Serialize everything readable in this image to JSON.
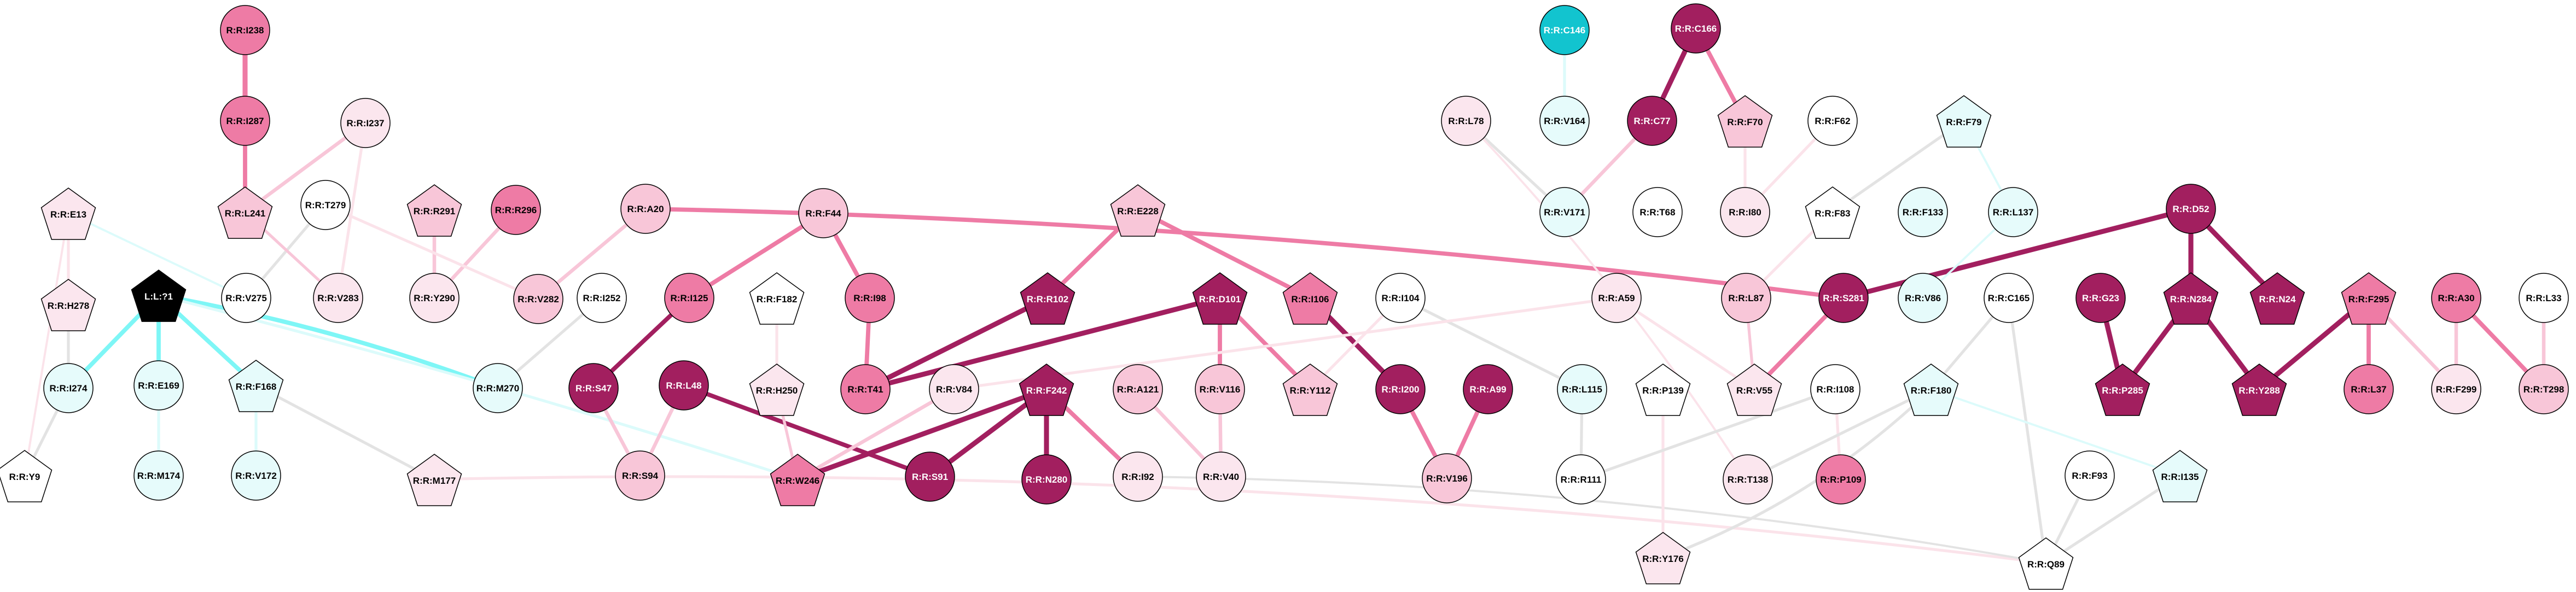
{
  "title": "Residue interaction network",
  "colors": {
    "white": "#ffffff",
    "palecyan": "#e6fbfb",
    "cyan": "#12c4cf",
    "ligand": "#000000",
    "pale": "#fbe6ee",
    "light": "#f8c6d8",
    "mid": "#ee7ba5",
    "dark": "#a21f5f",
    "edge_dark": "#a21f5f",
    "edge_mid": "#ee7ba5",
    "edge_light": "#f8c6d8",
    "edge_pale": "#fbe3ea",
    "edge_gray": "#e3e3e3",
    "edge_cyan": "#7ef6f6",
    "edge_palecyan": "#dcfbfb"
  },
  "nodes": [
    {
      "id": "I238",
      "label": "R:R:I238",
      "shape": "circle",
      "color": "mid"
    },
    {
      "id": "I287",
      "label": "R:R:I287",
      "shape": "circle",
      "color": "mid"
    },
    {
      "id": "I237",
      "label": "R:R:I237",
      "shape": "circle",
      "color": "pale"
    },
    {
      "id": "L241",
      "label": "R:R:L241",
      "shape": "pentagon",
      "color": "light"
    },
    {
      "id": "T279",
      "label": "R:R:T279",
      "shape": "circle",
      "color": "white"
    },
    {
      "id": "R291",
      "label": "R:R:R291",
      "shape": "pentagon",
      "color": "light"
    },
    {
      "id": "R296",
      "label": "R:R:R296",
      "shape": "circle",
      "color": "mid"
    },
    {
      "id": "E13",
      "label": "R:R:E13",
      "shape": "pentagon",
      "color": "pale"
    },
    {
      "id": "H278",
      "label": "R:R:H278",
      "shape": "pentagon",
      "color": "pale"
    },
    {
      "id": "V275",
      "label": "R:R:V275",
      "shape": "circle",
      "color": "white"
    },
    {
      "id": "V283",
      "label": "R:R:V283",
      "shape": "circle",
      "color": "pale"
    },
    {
      "id": "Y290",
      "label": "R:R:Y290",
      "shape": "circle",
      "color": "pale"
    },
    {
      "id": "A20",
      "label": "R:R:A20",
      "shape": "circle",
      "color": "light"
    },
    {
      "id": "V282",
      "label": "R:R:V282",
      "shape": "circle",
      "color": "light"
    },
    {
      "id": "I252",
      "label": "R:R:I252",
      "shape": "circle",
      "color": "white"
    },
    {
      "id": "L71",
      "label": "L:L:?1",
      "shape": "pentagon",
      "color": "ligand"
    },
    {
      "id": "I274",
      "label": "R:R:I274",
      "shape": "circle",
      "color": "palecyan"
    },
    {
      "id": "E169",
      "label": "R:R:E169",
      "shape": "circle",
      "color": "palecyan"
    },
    {
      "id": "F168",
      "label": "R:R:F168",
      "shape": "pentagon",
      "color": "palecyan"
    },
    {
      "id": "M270",
      "label": "R:R:M270",
      "shape": "circle",
      "color": "palecyan"
    },
    {
      "id": "Y9",
      "label": "R:R:Y9",
      "shape": "pentagon",
      "color": "white"
    },
    {
      "id": "M174",
      "label": "R:R:M174",
      "shape": "circle",
      "color": "palecyan"
    },
    {
      "id": "V172",
      "label": "R:R:V172",
      "shape": "circle",
      "color": "palecyan"
    },
    {
      "id": "M177",
      "label": "R:R:M177",
      "shape": "pentagon",
      "color": "pale"
    },
    {
      "id": "F44",
      "label": "R:R:F44",
      "shape": "circle",
      "color": "light"
    },
    {
      "id": "I125",
      "label": "R:R:I125",
      "shape": "circle",
      "color": "mid"
    },
    {
      "id": "F182",
      "label": "R:R:F182",
      "shape": "pentagon",
      "color": "white"
    },
    {
      "id": "I98",
      "label": "R:R:I98",
      "shape": "circle",
      "color": "mid"
    },
    {
      "id": "S47",
      "label": "R:R:S47",
      "shape": "circle",
      "color": "dark"
    },
    {
      "id": "L48",
      "label": "R:R:L48",
      "shape": "circle",
      "color": "dark"
    },
    {
      "id": "H250",
      "label": "R:R:H250",
      "shape": "pentagon",
      "color": "pale"
    },
    {
      "id": "S94",
      "label": "R:R:S94",
      "shape": "circle",
      "color": "light"
    },
    {
      "id": "W246",
      "label": "R:R:W246",
      "shape": "pentagon",
      "color": "mid"
    },
    {
      "id": "E228",
      "label": "R:R:E228",
      "shape": "pentagon",
      "color": "light"
    },
    {
      "id": "R102",
      "label": "R:R:R102",
      "shape": "pentagon",
      "color": "dark"
    },
    {
      "id": "T41",
      "label": "R:R:T41",
      "shape": "circle",
      "color": "mid"
    },
    {
      "id": "V84",
      "label": "R:R:V84",
      "shape": "circle",
      "color": "pale"
    },
    {
      "id": "F242",
      "label": "R:R:F242",
      "shape": "pentagon",
      "color": "dark"
    },
    {
      "id": "S91",
      "label": "R:R:S91",
      "shape": "circle",
      "color": "dark"
    },
    {
      "id": "N280",
      "label": "R:R:N280",
      "shape": "circle",
      "color": "dark"
    },
    {
      "id": "A121",
      "label": "R:R:A121",
      "shape": "circle",
      "color": "light"
    },
    {
      "id": "I92",
      "label": "R:R:I92",
      "shape": "circle",
      "color": "pale"
    },
    {
      "id": "V40",
      "label": "R:R:V40",
      "shape": "circle",
      "color": "pale"
    },
    {
      "id": "D101",
      "label": "R:R:D101",
      "shape": "pentagon",
      "color": "dark"
    },
    {
      "id": "V116",
      "label": "R:R:V116",
      "shape": "circle",
      "color": "light"
    },
    {
      "id": "I106",
      "label": "R:R:I106",
      "shape": "pentagon",
      "color": "mid"
    },
    {
      "id": "Y112",
      "label": "R:R:Y112",
      "shape": "pentagon",
      "color": "light"
    },
    {
      "id": "I104",
      "label": "R:R:I104",
      "shape": "circle",
      "color": "white"
    },
    {
      "id": "I200",
      "label": "R:R:I200",
      "shape": "circle",
      "color": "dark"
    },
    {
      "id": "A99",
      "label": "R:R:A99",
      "shape": "circle",
      "color": "dark"
    },
    {
      "id": "V196",
      "label": "R:R:V196",
      "shape": "circle",
      "color": "light"
    },
    {
      "id": "L115",
      "label": "R:R:L115",
      "shape": "circle",
      "color": "palecyan"
    },
    {
      "id": "A59",
      "label": "R:R:A59",
      "shape": "circle",
      "color": "pale"
    },
    {
      "id": "C146",
      "label": "R:R:C146",
      "shape": "circle",
      "color": "cyan"
    },
    {
      "id": "V164",
      "label": "R:R:V164",
      "shape": "circle",
      "color": "palecyan"
    },
    {
      "id": "C166",
      "label": "R:R:C166",
      "shape": "circle",
      "color": "dark"
    },
    {
      "id": "L78",
      "label": "R:R:L78",
      "shape": "circle",
      "color": "pale"
    },
    {
      "id": "C77",
      "label": "R:R:C77",
      "shape": "circle",
      "color": "dark"
    },
    {
      "id": "F70",
      "label": "R:R:F70",
      "shape": "pentagon",
      "color": "light"
    },
    {
      "id": "F62",
      "label": "R:R:F62",
      "shape": "circle",
      "color": "white"
    },
    {
      "id": "F79",
      "label": "R:R:F79",
      "shape": "pentagon",
      "color": "palecyan"
    },
    {
      "id": "V171",
      "label": "R:R:V171",
      "shape": "circle",
      "color": "palecyan"
    },
    {
      "id": "T68",
      "label": "R:R:T68",
      "shape": "circle",
      "color": "white"
    },
    {
      "id": "I80",
      "label": "R:R:I80",
      "shape": "circle",
      "color": "pale"
    },
    {
      "id": "F83",
      "label": "R:R:F83",
      "shape": "pentagon",
      "color": "white"
    },
    {
      "id": "F133",
      "label": "R:R:F133",
      "shape": "circle",
      "color": "palecyan"
    },
    {
      "id": "L137",
      "label": "R:R:L137",
      "shape": "circle",
      "color": "palecyan"
    },
    {
      "id": "L87",
      "label": "R:R:L87",
      "shape": "circle",
      "color": "light"
    },
    {
      "id": "S281",
      "label": "R:R:S281",
      "shape": "circle",
      "color": "dark"
    },
    {
      "id": "V86",
      "label": "R:R:V86",
      "shape": "circle",
      "color": "palecyan"
    },
    {
      "id": "V55",
      "label": "R:R:V55",
      "shape": "pentagon",
      "color": "pale"
    },
    {
      "id": "P139",
      "label": "R:R:P139",
      "shape": "pentagon",
      "color": "white"
    },
    {
      "id": "I108",
      "label": "R:R:I108",
      "shape": "circle",
      "color": "white"
    },
    {
      "id": "R111",
      "label": "R:R:R111",
      "shape": "circle",
      "color": "white"
    },
    {
      "id": "T138",
      "label": "R:R:T138",
      "shape": "circle",
      "color": "pale"
    },
    {
      "id": "P109",
      "label": "R:R:P109",
      "shape": "circle",
      "color": "mid"
    },
    {
      "id": "Y176",
      "label": "R:R:Y176",
      "shape": "pentagon",
      "color": "pale"
    },
    {
      "id": "C165",
      "label": "R:R:C165",
      "shape": "circle",
      "color": "white"
    },
    {
      "id": "F180",
      "label": "R:R:F180",
      "shape": "pentagon",
      "color": "palecyan"
    },
    {
      "id": "F93",
      "label": "R:R:F93",
      "shape": "circle",
      "color": "white"
    },
    {
      "id": "I135",
      "label": "R:R:I135",
      "shape": "pentagon",
      "color": "palecyan"
    },
    {
      "id": "Q89",
      "label": "R:R:Q89",
      "shape": "pentagon",
      "color": "white"
    },
    {
      "id": "D52",
      "label": "R:R:D52",
      "shape": "circle",
      "color": "dark"
    },
    {
      "id": "G23",
      "label": "R:R:G23",
      "shape": "circle",
      "color": "dark"
    },
    {
      "id": "N284",
      "label": "R:R:N284",
      "shape": "pentagon",
      "color": "dark"
    },
    {
      "id": "N24",
      "label": "R:R:N24",
      "shape": "pentagon",
      "color": "dark"
    },
    {
      "id": "P285",
      "label": "R:R:P285",
      "shape": "pentagon",
      "color": "dark"
    },
    {
      "id": "Y288",
      "label": "R:R:Y288",
      "shape": "pentagon",
      "color": "dark"
    },
    {
      "id": "F295",
      "label": "R:R:F295",
      "shape": "pentagon",
      "color": "mid"
    },
    {
      "id": "L37",
      "label": "R:R:L37",
      "shape": "circle",
      "color": "mid"
    },
    {
      "id": "A30",
      "label": "R:R:A30",
      "shape": "circle",
      "color": "mid"
    },
    {
      "id": "F299",
      "label": "R:R:F299",
      "shape": "circle",
      "color": "pale"
    },
    {
      "id": "L33",
      "label": "R:R:L33",
      "shape": "circle",
      "color": "white"
    },
    {
      "id": "T298",
      "label": "R:R:T298",
      "shape": "circle",
      "color": "light"
    }
  ],
  "edges": [
    {
      "from": "I238",
      "to": "I287",
      "color": "edge_mid",
      "weight": 7
    },
    {
      "from": "I287",
      "to": "L241",
      "color": "edge_mid",
      "weight": 6
    },
    {
      "from": "I237",
      "to": "L241",
      "color": "edge_light",
      "weight": 5
    },
    {
      "from": "I237",
      "to": "V283",
      "color": "edge_pale",
      "weight": 4
    },
    {
      "from": "T279",
      "to": "V275",
      "color": "edge_gray",
      "weight": 4
    },
    {
      "from": "L241",
      "to": "V283",
      "color": "edge_light",
      "weight": 4
    },
    {
      "from": "R291",
      "to": "Y290",
      "color": "edge_light",
      "weight": 5
    },
    {
      "from": "R296",
      "to": "Y290",
      "color": "edge_light",
      "weight": 5
    },
    {
      "from": "E13",
      "to": "H278",
      "color": "edge_pale",
      "weight": 4
    },
    {
      "from": "E13",
      "to": "V275",
      "color": "edge_palecyan",
      "weight": 3
    },
    {
      "from": "E13",
      "to": "Y9",
      "color": "edge_pale",
      "weight": 3
    },
    {
      "from": "H278",
      "to": "I274",
      "color": "edge_gray",
      "weight": 4
    },
    {
      "from": "I274",
      "to": "Y9",
      "color": "edge_gray",
      "weight": 4
    },
    {
      "from": "A20",
      "to": "V282",
      "color": "edge_light",
      "weight": 5
    },
    {
      "from": "A20",
      "to": "S281",
      "color": "edge_mid",
      "weight": 6
    },
    {
      "from": "I252",
      "to": "M270",
      "color": "edge_gray",
      "weight": 4
    },
    {
      "from": "T279",
      "to": "V282",
      "color": "edge_pale",
      "weight": 4
    },
    {
      "from": "L71",
      "to": "I274",
      "color": "edge_cyan",
      "weight": 6
    },
    {
      "from": "L71",
      "to": "E169",
      "color": "edge_cyan",
      "weight": 6
    },
    {
      "from": "L71",
      "to": "F168",
      "color": "edge_cyan",
      "weight": 6
    },
    {
      "from": "L71",
      "to": "M270",
      "color": "edge_cyan",
      "weight": 6
    },
    {
      "from": "L71",
      "to": "W246",
      "color": "edge_palecyan",
      "weight": 4
    },
    {
      "from": "E169",
      "to": "M174",
      "color": "edge_palecyan",
      "weight": 4
    },
    {
      "from": "F168",
      "to": "V172",
      "color": "edge_palecyan",
      "weight": 4
    },
    {
      "from": "F168",
      "to": "M177",
      "color": "edge_gray",
      "weight": 4
    },
    {
      "from": "M177",
      "to": "Q89",
      "color": "edge_pale",
      "weight": 4
    },
    {
      "from": "F44",
      "to": "I125",
      "color": "edge_mid",
      "weight": 6
    },
    {
      "from": "F44",
      "to": "I98",
      "color": "edge_mid",
      "weight": 6
    },
    {
      "from": "I125",
      "to": "S47",
      "color": "edge_dark",
      "weight": 6
    },
    {
      "from": "S47",
      "to": "S94",
      "color": "edge_light",
      "weight": 5
    },
    {
      "from": "L48",
      "to": "S94",
      "color": "edge_light",
      "weight": 5
    },
    {
      "from": "L48",
      "to": "S91",
      "color": "edge_dark",
      "weight": 6
    },
    {
      "from": "F182",
      "to": "H250",
      "color": "edge_pale",
      "weight": 4
    },
    {
      "from": "H250",
      "to": "W246",
      "color": "edge_light",
      "weight": 4
    },
    {
      "from": "I98",
      "to": "T41",
      "color": "edge_mid",
      "weight": 6
    },
    {
      "from": "E228",
      "to": "R102",
      "color": "edge_mid",
      "weight": 6
    },
    {
      "from": "E228",
      "to": "I106",
      "color": "edge_mid",
      "weight": 6
    },
    {
      "from": "R102",
      "to": "T41",
      "color": "edge_dark",
      "weight": 7
    },
    {
      "from": "D101",
      "to": "T41",
      "color": "edge_dark",
      "weight": 7
    },
    {
      "from": "D101",
      "to": "V116",
      "color": "edge_mid",
      "weight": 6
    },
    {
      "from": "D101",
      "to": "Y112",
      "color": "edge_mid",
      "weight": 6
    },
    {
      "from": "I106",
      "to": "I200",
      "color": "edge_dark",
      "weight": 7
    },
    {
      "from": "V84",
      "to": "W246",
      "color": "edge_light",
      "weight": 5
    },
    {
      "from": "F242",
      "to": "W246",
      "color": "edge_dark",
      "weight": 7
    },
    {
      "from": "F242",
      "to": "S91",
      "color": "edge_dark",
      "weight": 7
    },
    {
      "from": "F242",
      "to": "N280",
      "color": "edge_dark",
      "weight": 7
    },
    {
      "from": "F242",
      "to": "I92",
      "color": "edge_mid",
      "weight": 6
    },
    {
      "from": "A121",
      "to": "V40",
      "color": "edge_light",
      "weight": 5
    },
    {
      "from": "V116",
      "to": "V40",
      "color": "edge_light",
      "weight": 5
    },
    {
      "from": "I104",
      "to": "Y112",
      "color": "edge_pale",
      "weight": 4
    },
    {
      "from": "I104",
      "to": "L115",
      "color": "edge_gray",
      "weight": 4
    },
    {
      "from": "A99",
      "to": "V196",
      "color": "edge_mid",
      "weight": 6
    },
    {
      "from": "I200",
      "to": "V196",
      "color": "edge_mid",
      "weight": 6
    },
    {
      "from": "A59",
      "to": "V55",
      "color": "edge_pale",
      "weight": 4
    },
    {
      "from": "A59",
      "to": "V84",
      "color": "edge_pale",
      "weight": 4
    },
    {
      "from": "L115",
      "to": "R111",
      "color": "edge_gray",
      "weight": 4
    },
    {
      "from": "I92",
      "to": "Q89",
      "color": "edge_gray",
      "weight": 3
    },
    {
      "from": "C146",
      "to": "V164",
      "color": "edge_palecyan",
      "weight": 4
    },
    {
      "from": "C166",
      "to": "C77",
      "color": "edge_dark",
      "weight": 7
    },
    {
      "from": "C166",
      "to": "F70",
      "color": "edge_mid",
      "weight": 6
    },
    {
      "from": "C77",
      "to": "V171",
      "color": "edge_light",
      "weight": 5
    },
    {
      "from": "L78",
      "to": "V171",
      "color": "edge_gray",
      "weight": 4
    },
    {
      "from": "L78",
      "to": "T138",
      "color": "edge_pale",
      "weight": 3
    },
    {
      "from": "F70",
      "to": "I80",
      "color": "edge_pale",
      "weight": 4
    },
    {
      "from": "F62",
      "to": "I80",
      "color": "edge_pale",
      "weight": 4
    },
    {
      "from": "F79",
      "to": "F83",
      "color": "edge_gray",
      "weight": 4
    },
    {
      "from": "F79",
      "to": "L137",
      "color": "edge_palecyan",
      "weight": 3
    },
    {
      "from": "F83",
      "to": "L87",
      "color": "edge_pale",
      "weight": 4
    },
    {
      "from": "L87",
      "to": "V55",
      "color": "edge_light",
      "weight": 4
    },
    {
      "from": "S281",
      "to": "V55",
      "color": "edge_mid",
      "weight": 6
    },
    {
      "from": "D52",
      "to": "S281",
      "color": "edge_dark",
      "weight": 7
    },
    {
      "from": "D52",
      "to": "N284",
      "color": "edge_dark",
      "weight": 7
    },
    {
      "from": "D52",
      "to": "N24",
      "color": "edge_dark",
      "weight": 7
    },
    {
      "from": "L137",
      "to": "V86",
      "color": "edge_palecyan",
      "weight": 3
    },
    {
      "from": "P139",
      "to": "Y176",
      "color": "edge_pale",
      "weight": 4
    },
    {
      "from": "I108",
      "to": "R111",
      "color": "edge_gray",
      "weight": 4
    },
    {
      "from": "I108",
      "to": "P109",
      "color": "edge_pale",
      "weight": 4
    },
    {
      "from": "C165",
      "to": "F180",
      "color": "edge_gray",
      "weight": 4
    },
    {
      "from": "C165",
      "to": "Q89",
      "color": "edge_gray",
      "weight": 4
    },
    {
      "from": "F180",
      "to": "T138",
      "color": "edge_gray",
      "weight": 4
    },
    {
      "from": "F180",
      "to": "Y176",
      "color": "edge_gray",
      "weight": 4
    },
    {
      "from": "F180",
      "to": "I135",
      "color": "edge_palecyan",
      "weight": 3
    },
    {
      "from": "F93",
      "to": "Q89",
      "color": "edge_gray",
      "weight": 4
    },
    {
      "from": "I135",
      "to": "Q89",
      "color": "edge_gray",
      "weight": 4
    },
    {
      "from": "G23",
      "to": "P285",
      "color": "edge_dark",
      "weight": 7
    },
    {
      "from": "N284",
      "to": "P285",
      "color": "edge_dark",
      "weight": 7
    },
    {
      "from": "N284",
      "to": "Y288",
      "color": "edge_dark",
      "weight": 7
    },
    {
      "from": "F295",
      "to": "Y288",
      "color": "edge_dark",
      "weight": 7
    },
    {
      "from": "F295",
      "to": "L37",
      "color": "edge_mid",
      "weight": 6
    },
    {
      "from": "F295",
      "to": "F299",
      "color": "edge_light",
      "weight": 5
    },
    {
      "from": "A30",
      "to": "F299",
      "color": "edge_light",
      "weight": 5
    },
    {
      "from": "A30",
      "to": "T298",
      "color": "edge_mid",
      "weight": 6
    },
    {
      "from": "L33",
      "to": "T298",
      "color": "edge_light",
      "weight": 5
    }
  ]
}
